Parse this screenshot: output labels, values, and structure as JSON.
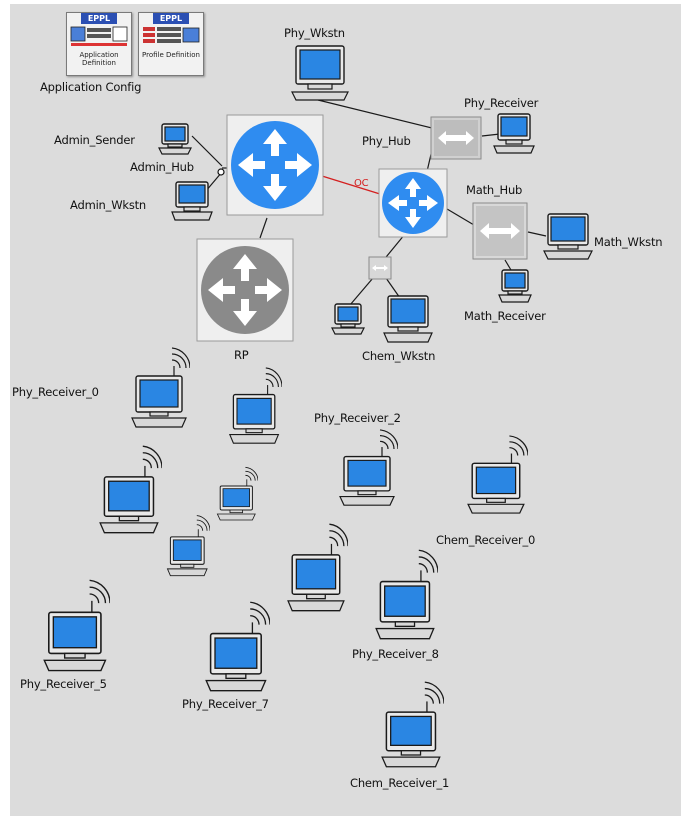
{
  "labels": {
    "app_config": "Application Config",
    "phy_wkstn": "Phy_Wkstn",
    "phy_receiver": "Phy_Receiver",
    "phy_hub": "Phy_Hub",
    "admin_sender": "Admin_Sender",
    "admin_hub": "Admin_Hub",
    "admin_wkstn": "Admin_Wkstn",
    "link_label": "OC",
    "math_hub": "Math_Hub",
    "math_wkstn": "Math_Wkstn",
    "math_receiver": "Math_Receiver",
    "rp": "RP",
    "chem_wkstn": "Chem_Wkstn",
    "phy_receiver_0": "Phy_Receiver_0",
    "phy_receiver_2": "Phy_Receiver_2",
    "chem_receiver_0": "Chem_Receiver_0",
    "phy_receiver_8": "Phy_Receiver_8",
    "phy_receiver_5": "Phy_Receiver_5",
    "phy_receiver_7": "Phy_Receiver_7",
    "chem_receiver_1": "Chem_Receiver_1"
  },
  "config_icons": {
    "application_definition": {
      "badge": "EPPL",
      "caption": "Application Definition"
    },
    "profile_definition": {
      "badge": "EPPL",
      "caption": "Profile Definition"
    }
  },
  "colors": {
    "router_blue": "#2f8cf0",
    "router_gray": "#8a8a8a",
    "screen_blue": "#2a86e3",
    "workspace": "#dcdcdc",
    "link_red": "#d42020"
  },
  "icons": [
    "router-icon",
    "hub-icon",
    "workstation-icon",
    "wireless-workstation-icon",
    "application-definition-icon",
    "profile-definition-icon"
  ]
}
